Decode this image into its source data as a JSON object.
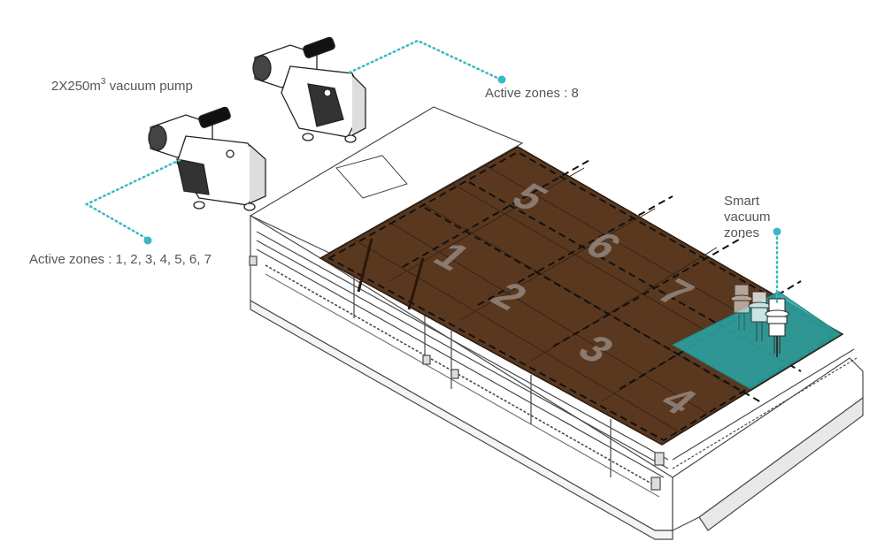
{
  "labels": {
    "pump_text": "2X250m",
    "pump_sup": "3",
    "pump_suffix": " vacuum pump",
    "active_zones_pump2": "Active zones : 8",
    "active_zones_pump1": "Active zones : 1, 2, 3, 4, 5, 6, 7",
    "smart_line1": "Smart",
    "smart_line2": "vacuum",
    "smart_line3": "zones"
  },
  "zone_numbers": [
    "1",
    "2",
    "3",
    "4",
    "5",
    "6",
    "7"
  ],
  "colors": {
    "table_brown": "#5a3820",
    "zone_number": "#8a7a70",
    "smart_zone": "#2aa3a3",
    "leader_dots": "#3bb8c3",
    "machine_outline": "#4a4a4a"
  },
  "icons": [
    "vacuum-pump-icon",
    "cnc-machine-bed-icon",
    "spindle-head-icon"
  ]
}
